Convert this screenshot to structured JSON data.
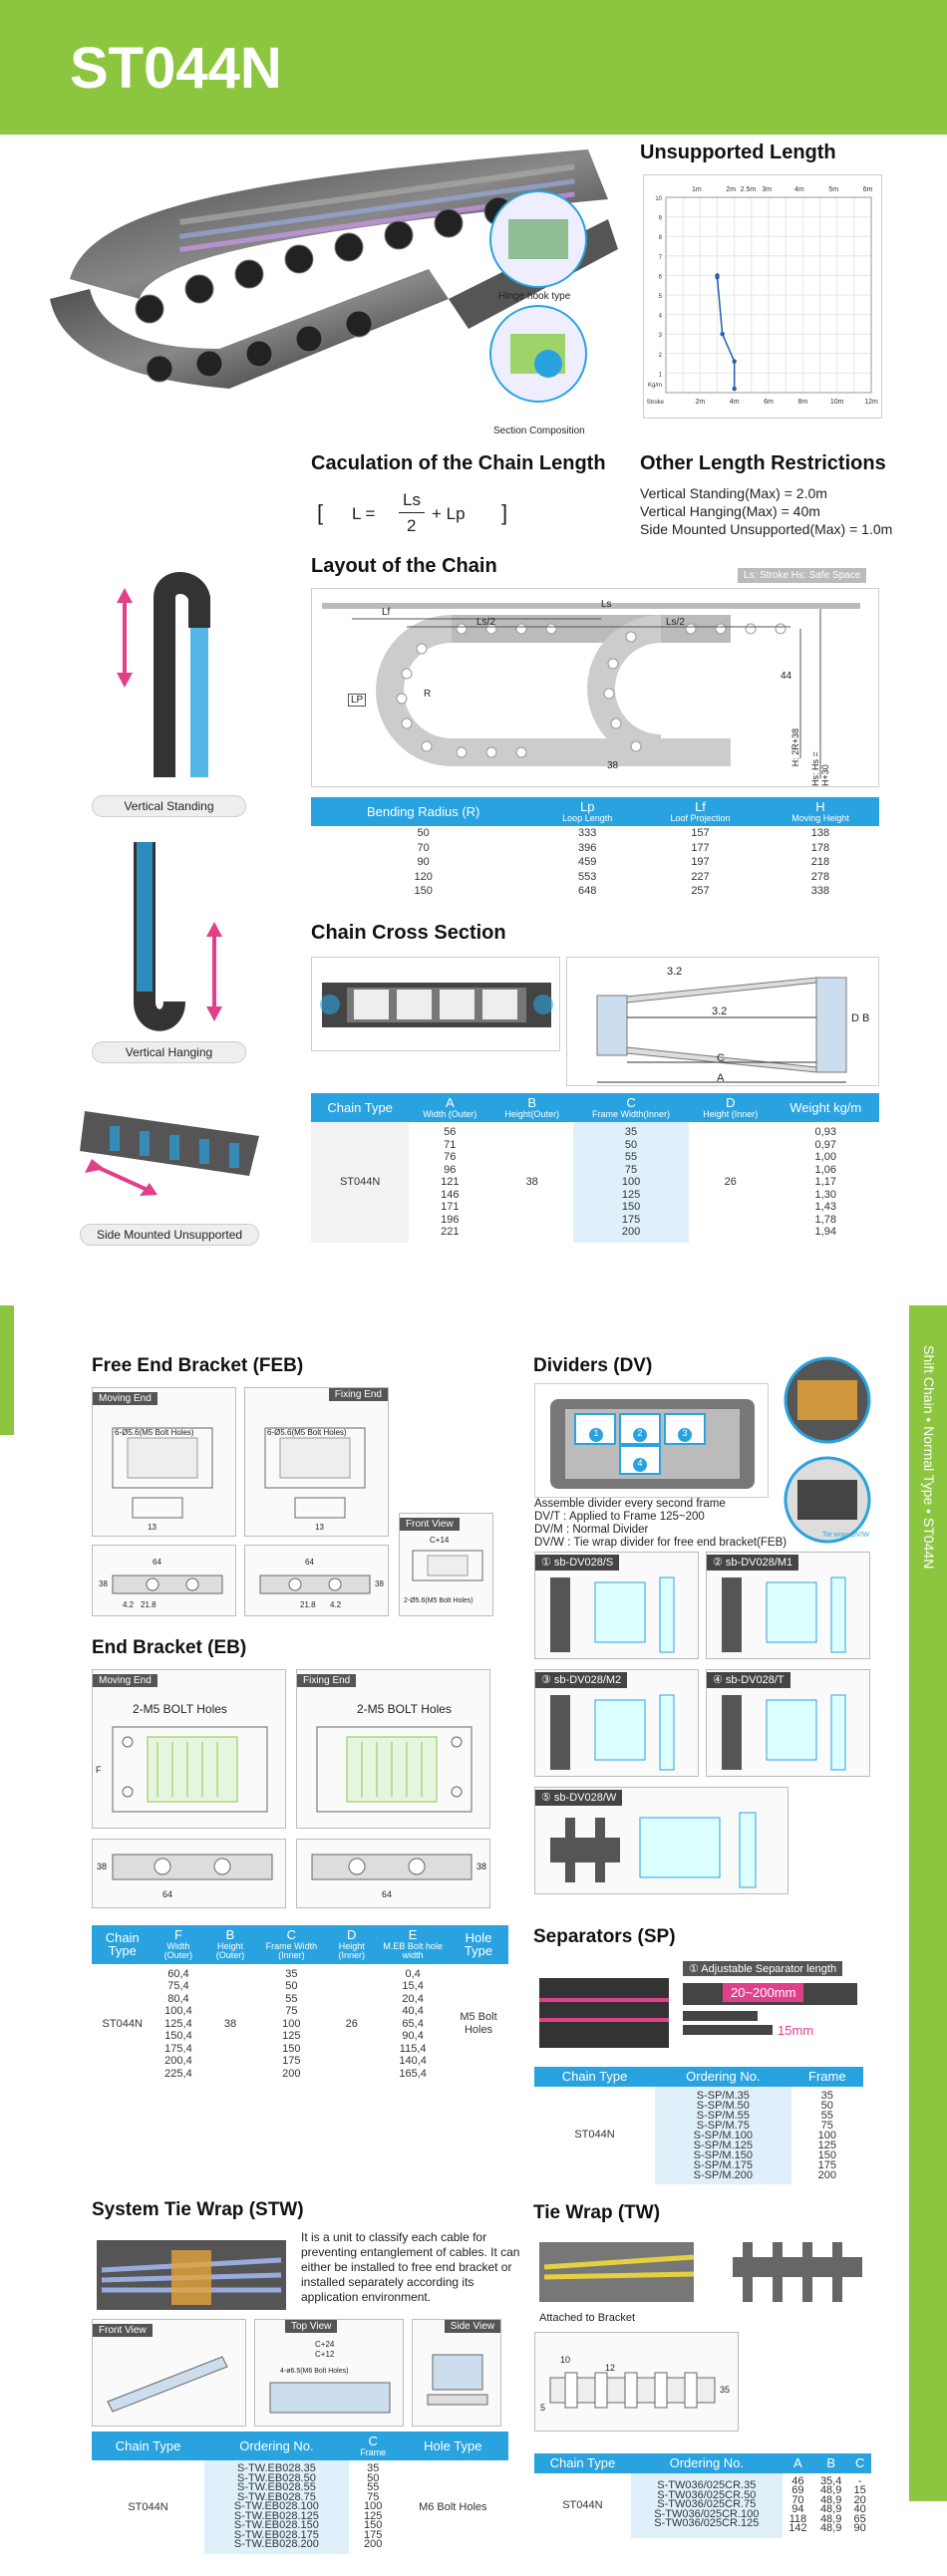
{
  "header": {
    "title": "ST044N"
  },
  "hero": {
    "hinge_label": "Hinge hook type",
    "section_label": "Section Composition"
  },
  "unsupported": {
    "title": "Unsupported Length",
    "chart_data": {
      "type": "line",
      "title": "",
      "xlabel": "Stroke",
      "ylabel": "Kg/m",
      "top_ticks": [
        "1m",
        "2m",
        "2.5m",
        "3m",
        "4m",
        "5m",
        "6m"
      ],
      "bottom_ticks": [
        "2m",
        "4m",
        "6m",
        "8m",
        "10m",
        "12m"
      ],
      "y_ticks": [
        "10",
        "9",
        "8",
        "7",
        "6",
        "5",
        "4",
        "3",
        "2",
        "1"
      ],
      "x": [
        3,
        3,
        3.3,
        4,
        4
      ],
      "y": [
        6,
        5.9,
        3,
        1.6,
        0.2
      ],
      "xlim": [
        0,
        12
      ],
      "ylim": [
        0,
        10
      ]
    }
  },
  "calc": {
    "title": "Caculation of the Chain Length",
    "formula_l": "L =",
    "formula_num": "Ls",
    "formula_den": "2",
    "formula_plus": "+ Lp"
  },
  "other": {
    "title": "Other Length Restrictions",
    "lines": [
      "Vertical Standing(Max) = 2.0m",
      "Vertical Hanging(Max) = 40m",
      "Side Mounted Unsupported(Max) = 1.0m"
    ]
  },
  "layout": {
    "title": "Layout of the Chain",
    "legend": "Ls: Stroke  Hs: Safe Space",
    "dims": {
      "lf": "Lf",
      "ls": "Ls",
      "ls2a": "Ls/2",
      "ls2b": "Ls/2",
      "lp": "LP",
      "r": "R",
      "d44": "44",
      "d38": "38",
      "h": "H: 2R+38",
      "hs": "Hs: Hs = H+30"
    },
    "headers": [
      {
        "t": "Bending Radius (R)",
        "s": ""
      },
      {
        "t": "Lp",
        "s": "Loop Length"
      },
      {
        "t": "Lf",
        "s": "Loof Projection"
      },
      {
        "t": "H",
        "s": "Moving Height"
      }
    ],
    "rows": [
      [
        "50",
        "333",
        "157",
        "138"
      ],
      [
        "70",
        "396",
        "177",
        "178"
      ],
      [
        "90",
        "459",
        "197",
        "218"
      ],
      [
        "120",
        "553",
        "227",
        "278"
      ],
      [
        "150",
        "648",
        "257",
        "338"
      ]
    ]
  },
  "cross": {
    "title": "Chain Cross Section",
    "dims": {
      "d32": "3.2",
      "d32b": "3.2",
      "b": "B",
      "d": "D",
      "c": "C",
      "a": "A"
    },
    "headers": [
      {
        "t": "Chain Type",
        "s": ""
      },
      {
        "t": "A",
        "s": "Width (Outer)"
      },
      {
        "t": "B",
        "s": "Height(Outer)"
      },
      {
        "t": "C",
        "s": "Frame Width(Inner)"
      },
      {
        "t": "D",
        "s": "Height (Inner)"
      },
      {
        "t": "Weight kg/m",
        "s": ""
      }
    ],
    "type": "ST044N",
    "b": "38",
    "d": "26",
    "A": [
      "56",
      "71",
      "76",
      "96",
      "121",
      "146",
      "171",
      "196",
      "221"
    ],
    "C": [
      "35",
      "50",
      "55",
      "75",
      "100",
      "125",
      "150",
      "175",
      "200"
    ],
    "W": [
      "0,93",
      "0,97",
      "1,00",
      "1,06",
      "1,17",
      "1,30",
      "1,43",
      "1,78",
      "1,94"
    ]
  },
  "orient": {
    "vs": "Vertical Standing",
    "vh": "Vertical Hanging",
    "sm": "Side Mounted Unsupported"
  },
  "sidebar": {
    "text": "Shift Chain • Normal Type • ST044N"
  },
  "feb": {
    "title": "Free End Bracket (FEB)",
    "moving": "Moving End",
    "fixing": "Fixing End",
    "holes1": "6-Ø5.6(M5 Bolt Holes)",
    "holes2": "6-Ø5.6(M5 Bolt Holes)",
    "front": "Front View",
    "c14": "C+14",
    "holes3": "2-Ø5.6(M5 Bolt Holes)",
    "d64a": "64",
    "d64b": "64",
    "d38": "38",
    "d21a": "21.8",
    "d21b": "21.8",
    "d42a": "4.2",
    "d42b": "4.2",
    "d38b": "38",
    "d13": "13",
    "d13b": "13"
  },
  "eb": {
    "title": "End Bracket (EB)",
    "moving": "Moving End",
    "fixing": "Fixing End",
    "bolt1": "2-M5 BOLT Holes",
    "bolt2": "2-M5 BOLT Holes",
    "d64a": "64",
    "d64b": "64",
    "d38": "38",
    "d38b": "38",
    "f": "F",
    "headers": [
      {
        "t": "Chain Type",
        "s": ""
      },
      {
        "t": "F",
        "s": "Width (Outer)"
      },
      {
        "t": "B",
        "s": "Height (Outer)"
      },
      {
        "t": "C",
        "s": "Frame Width (Inner)"
      },
      {
        "t": "D",
        "s": "Height (Inner)"
      },
      {
        "t": "E",
        "s": "M.EB Bolt hole width"
      },
      {
        "t": "Hole Type",
        "s": ""
      }
    ],
    "type": "ST044N",
    "b": "38",
    "d": "26",
    "hole": "M5 Bolt Holes",
    "F": [
      "60,4",
      "75,4",
      "80,4",
      "100,4",
      "125,4",
      "150,4",
      "175,4",
      "200,4",
      "225,4"
    ],
    "C": [
      "35",
      "50",
      "55",
      "75",
      "100",
      "125",
      "150",
      "175",
      "200"
    ],
    "E": [
      "0,4",
      "15,4",
      "20,4",
      "40,4",
      "65,4",
      "90,4",
      "115,4",
      "140,4",
      "165,4"
    ]
  },
  "dv": {
    "title": "Dividers (DV)",
    "notes": [
      "Assemble divider every second frame",
      "DV/T : Applied to Frame 125~200",
      "DV/M : Normal Divider",
      "DV/W : Tie wrap divider for free end bracket(FEB)"
    ],
    "sub": "Tie wrap DV/W",
    "items": [
      "① sb-DV028/S",
      "② sb-DV028/M1",
      "③ sb-DV028/M2",
      "④ sb-DV028/T",
      "⑤ sb-DV028/W"
    ]
  },
  "sp": {
    "title": "Separators (SP)",
    "adj": "① Adjustable Separator length",
    "range": "20~200mm",
    "d15": "15mm",
    "headers": [
      "Chain Type",
      "Ordering No.",
      "Frame"
    ],
    "type": "ST044N",
    "order": [
      "S-SP/M.35",
      "S-SP/M.50",
      "S-SP/M.55",
      "S-SP/M.75",
      "S-SP/M.100",
      "S-SP/M.125",
      "S-SP/M.150",
      "S-SP/M.175",
      "S-SP/M.200"
    ],
    "frame": [
      "35",
      "50",
      "55",
      "75",
      "100",
      "125",
      "150",
      "175",
      "200"
    ]
  },
  "stw": {
    "title": "System Tie Wrap (STW)",
    "desc": "It is a unit to classify each cable for preventing entanglement of cables. It can either be installed to free end bracket or installed separately according its application environment.",
    "front": "Front View",
    "top": "Top View",
    "side": "Side View",
    "c24": "C+24",
    "c12": "C+12",
    "holes": "4-ø6.5(M6 Bolt Holes)",
    "headers": [
      {
        "t": "Chain Type",
        "s": ""
      },
      {
        "t": "Ordering No.",
        "s": ""
      },
      {
        "t": "C",
        "s": "Frame"
      },
      {
        "t": "Hole Type",
        "s": ""
      }
    ],
    "type": "ST044N",
    "hole": "M6 Bolt Holes",
    "order": [
      "S-TW.EB028.35",
      "S-TW.EB028.50",
      "S-TW.EB028.55",
      "S-TW.EB028.75",
      "S-TW.EB028.100",
      "S-TW.EB028.125",
      "S-TW.EB028.150",
      "S-TW.EB028.175",
      "S-TW.EB028.200"
    ],
    "c": [
      "35",
      "50",
      "55",
      "75",
      "100",
      "125",
      "150",
      "175",
      "200"
    ]
  },
  "tw": {
    "title": "Tie Wrap (TW)",
    "attached": "Attached to Bracket",
    "headers": [
      "Chain Type",
      "Ordering No.",
      "A",
      "B",
      "C"
    ],
    "type": "ST044N",
    "order": [
      "S-TW036/025CR.35",
      "S-TW036/025CR.50",
      "S-TW036/025CR.75",
      "S-TW036/025CR.100",
      "S-TW036/025CR.125"
    ],
    "a": [
      "46",
      "69",
      "70",
      "94",
      "118",
      "142"
    ],
    "b": [
      "35,4",
      "48,9",
      "48,9",
      "48,9",
      "48,9",
      "48,9"
    ],
    "cc": [
      "-",
      "15",
      "20",
      "40",
      "65",
      "90"
    ],
    "dims": {
      "d10": "10",
      "d12": "12",
      "d35": "35",
      "d5": "5"
    }
  }
}
